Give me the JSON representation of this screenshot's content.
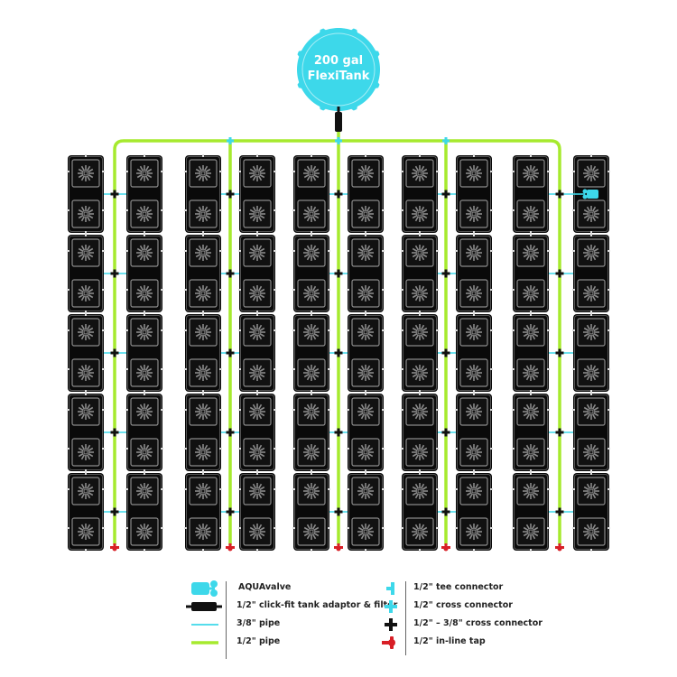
{
  "tank": {
    "line1": "200 gal",
    "line2": "FlexiTank",
    "color": "#3dd8ea"
  },
  "layout": {
    "rows": 5,
    "pairs": 5,
    "pots_per_tray": 2,
    "total_trays": 50,
    "total_pots": 100
  },
  "colors": {
    "pipe_half_inch": "#a6ea2e",
    "pipe_three_eighths": "#3dd8ea",
    "cross_connector_dark": "#111111",
    "inline_tap": "#d81f26",
    "tray": "#0a0a0a",
    "tray_detail": "#8a8a8a",
    "aquavalve": "#3dd8ea"
  },
  "legend": {
    "left": [
      {
        "icon": "aquavalve-icon",
        "label": "AQUAvalve"
      },
      {
        "icon": "tank-adaptor-filter-icon",
        "label": "1/2\" click-fit tank adaptor & filter"
      },
      {
        "icon": "pipe-3-8-icon",
        "label": "3/8\" pipe"
      },
      {
        "icon": "pipe-1-2-icon",
        "label": "1/2\" pipe"
      }
    ],
    "right": [
      {
        "icon": "tee-connector-icon",
        "label": "1/2\" tee connector"
      },
      {
        "icon": "cross-connector-icon",
        "label": "1/2\" cross connector"
      },
      {
        "icon": "reducing-cross-connector-icon",
        "label": "1/2\" – 3/8\" cross connector"
      },
      {
        "icon": "inline-tap-icon",
        "label": "1/2\" in-line tap"
      }
    ]
  }
}
